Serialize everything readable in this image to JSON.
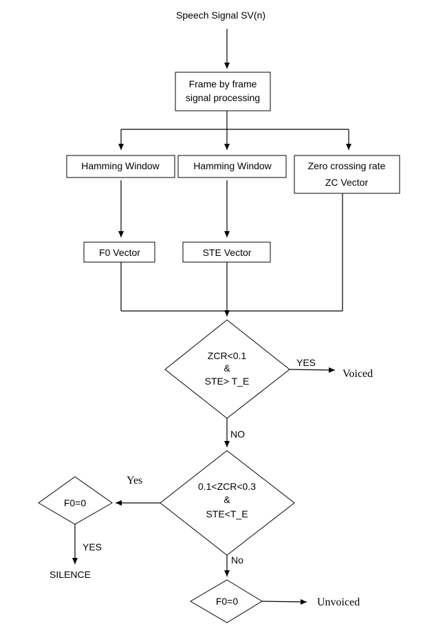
{
  "diagram": {
    "input_label": "Speech Signal SV(n)",
    "frame_box": {
      "line1": "Frame by frame",
      "line2": "signal processing"
    },
    "hamming_box_1": "Hamming Window",
    "hamming_box_2": "Hamming Window",
    "zcr_box": {
      "line1": "Zero crossing rate",
      "line2": "ZC Vector"
    },
    "f0_vector": "F0 Vector",
    "ste_vector": "STE Vector",
    "decision_1": {
      "line1": "ZCR<0.1",
      "line2": "&",
      "line3": "STE> T_E",
      "yes_label": "YES",
      "no_label": "NO",
      "yes_output": "Voiced"
    },
    "decision_2": {
      "line1": "0.1<ZCR<0.3",
      "line2": "&",
      "line3": "STE<T_E",
      "yes_label": "Yes",
      "no_label": "No"
    },
    "decision_f0_left": {
      "text": "F0=0",
      "yes_label": "YES",
      "output": "SILENCE"
    },
    "decision_f0_bottom": {
      "text": "F0=0",
      "output": "Unvoiced"
    }
  }
}
